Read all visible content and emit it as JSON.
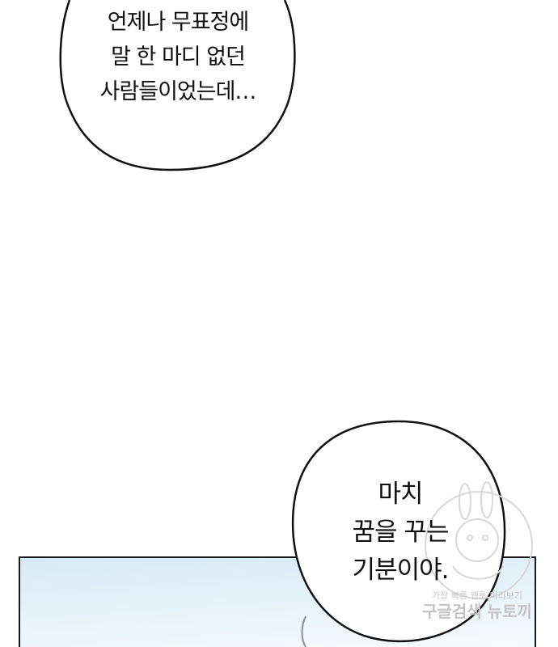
{
  "bubbles": [
    {
      "lines": [
        "언제나 무표정에",
        "말 한 마디 없던",
        "사람들이었는데…"
      ]
    },
    {
      "lines": [
        "마치",
        "꿈을 꾸는",
        "기분이야."
      ]
    }
  ],
  "watermark": {
    "line1": "가장 빠른 웹툰 미리보기",
    "line2": "구글검색 뉴토끼"
  },
  "colors": {
    "ink": "#111111",
    "panel_sky_top": "#ddeef8",
    "panel_sky_bottom": "#f6fbfe",
    "watermark": "#c4c4c4"
  }
}
